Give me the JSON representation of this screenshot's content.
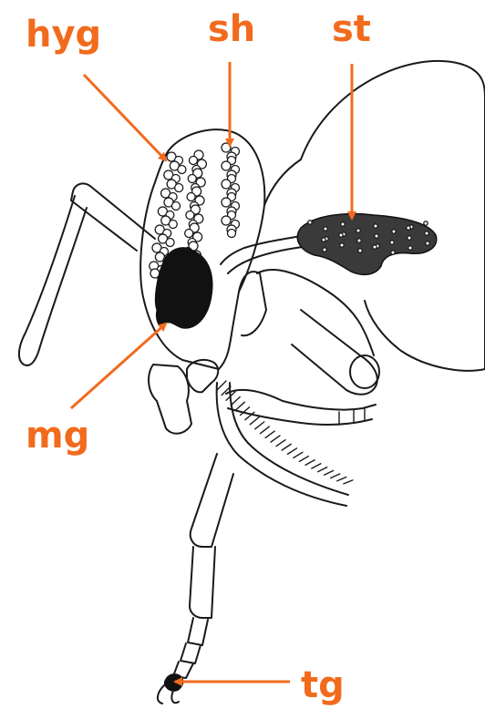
{
  "labels": {
    "hyg": "hyg",
    "sh": "sh",
    "st": "st",
    "mg": "mg",
    "tg": "tg"
  },
  "colors": {
    "label": "#f26b1d",
    "arrow": "#f26b1d",
    "ink": "#1a1a1a"
  }
}
